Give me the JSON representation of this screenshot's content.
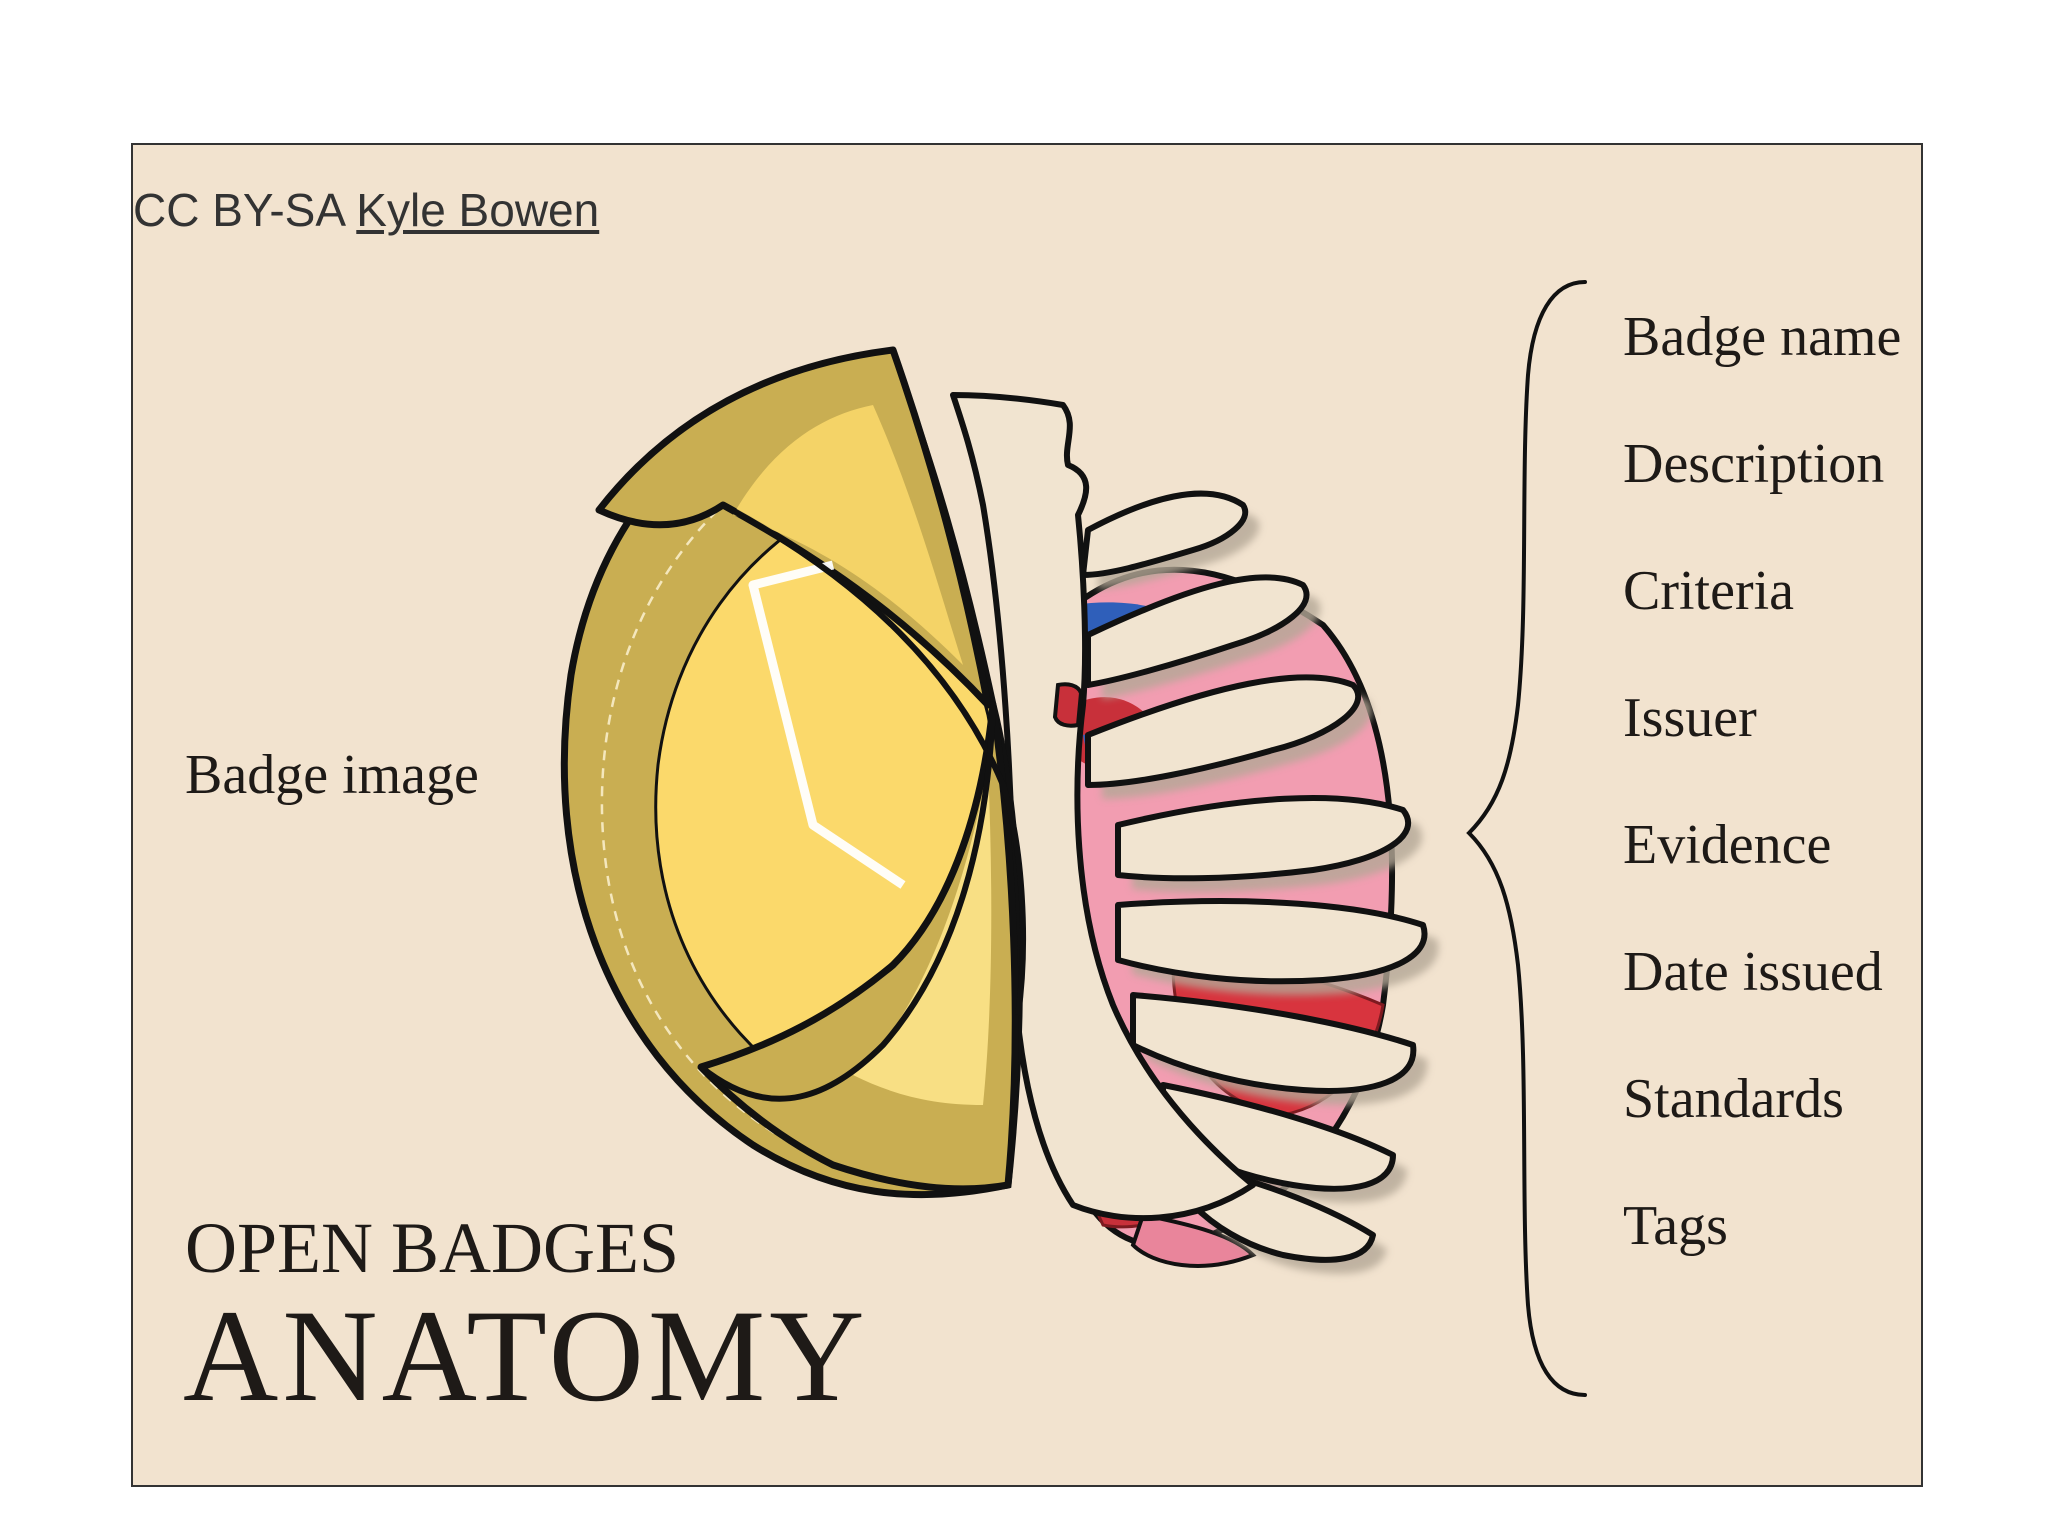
{
  "attribution": {
    "license": "CC BY-SA",
    "author": "Kyle Bowen"
  },
  "title": {
    "line1": "OPEN BADGES",
    "line2": "ANATOMY"
  },
  "left_label": "Badge image",
  "parts": [
    {
      "label": "Badge name"
    },
    {
      "label": "Description"
    },
    {
      "label": "Criteria"
    },
    {
      "label": "Issuer"
    },
    {
      "label": "Evidence"
    },
    {
      "label": "Date issued"
    },
    {
      "label": "Standards"
    },
    {
      "label": "Tags"
    }
  ],
  "colors": {
    "background": "#f2e3cf",
    "gold_outer": "#c9ae52",
    "gold_inner": "#fbd96b",
    "bone": "#f1e4d0",
    "lung": "#f29db1",
    "muscle": "#d8343e",
    "vessel": "#2f5fba",
    "outline": "#111111"
  },
  "icons": [
    "bracket-icon"
  ]
}
